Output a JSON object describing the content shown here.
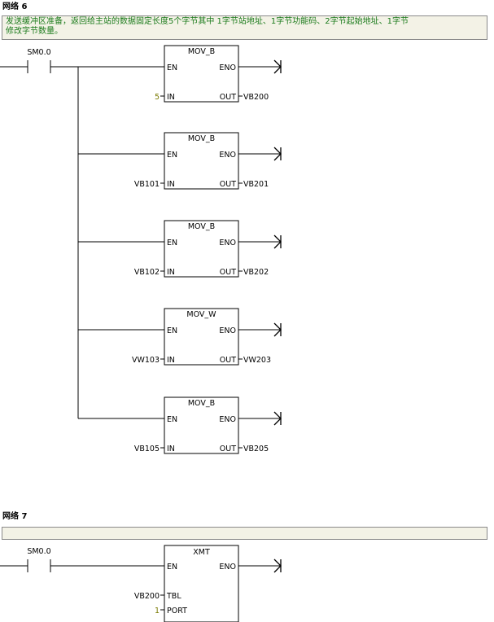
{
  "networks": [
    {
      "title": "网络 6",
      "comment_line1": "发送缓冲区准备，返回给主站的数据固定长度5个字节其中 1字节站地址、1字节功能码、2字节起始地址、1字节",
      "comment_line2": "修改字节数量。",
      "contact": "SM0.0",
      "blocks": [
        {
          "name": "MOV_B",
          "en": "EN",
          "eno": "ENO",
          "in_pin": "IN",
          "out_pin": "OUT",
          "in": "5",
          "out": "VB200"
        },
        {
          "name": "MOV_B",
          "en": "EN",
          "eno": "ENO",
          "in_pin": "IN",
          "out_pin": "OUT",
          "in": "VB101",
          "out": "VB201"
        },
        {
          "name": "MOV_B",
          "en": "EN",
          "eno": "ENO",
          "in_pin": "IN",
          "out_pin": "OUT",
          "in": "VB102",
          "out": "VB202"
        },
        {
          "name": "MOV_W",
          "en": "EN",
          "eno": "ENO",
          "in_pin": "IN",
          "out_pin": "OUT",
          "in": "VW103",
          "out": "VW203"
        },
        {
          "name": "MOV_B",
          "en": "EN",
          "eno": "ENO",
          "in_pin": "IN",
          "out_pin": "OUT",
          "in": "VB105",
          "out": "VB205"
        }
      ]
    },
    {
      "title": "网络 7",
      "comment_line1": "",
      "contact": "SM0.0",
      "block": {
        "name": "XMT",
        "en": "EN",
        "eno": "ENO",
        "tbl_pin": "TBL",
        "port_pin": "PORT",
        "tbl": "VB200",
        "port": "1"
      }
    }
  ],
  "colors": {
    "constant": "#7a7a00",
    "comment_text": "#1a7a1a",
    "comment_bg": "#f3f2e6"
  }
}
